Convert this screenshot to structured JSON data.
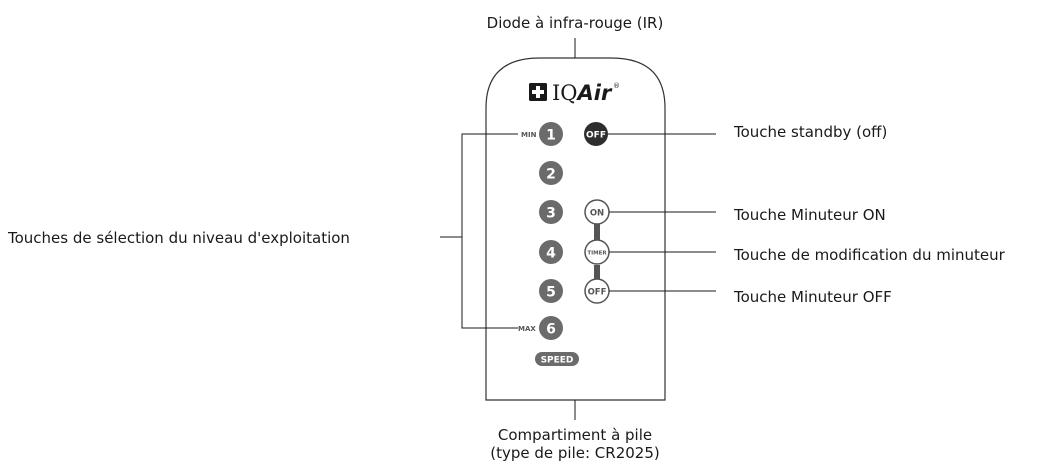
{
  "brand": {
    "name": "IQAir",
    "name_iq": "IQ",
    "name_air": "Air",
    "registered": "®"
  },
  "remote": {
    "min_label": "MIN",
    "max_label": "MAX",
    "speed_label": "SPEED",
    "off_button": "OFF",
    "speed_buttons": [
      "1",
      "2",
      "3",
      "4",
      "5",
      "6"
    ],
    "timer_buttons": [
      "ON",
      "TIMER",
      "OFF"
    ]
  },
  "callouts": {
    "ir_diode": "Diode à infra-rouge (IR)",
    "speed_selection": "Touches de sélection du niveau d'exploitation",
    "standby": "Touche standby (off)",
    "timer_on": "Touche Minuteur ON",
    "timer_modify": "Touche de modification du minuteur",
    "timer_off": "Touche Minuteur OFF",
    "battery_line1": "Compartiment à pile",
    "battery_line2": "(type de pile: CR2025)"
  },
  "colors": {
    "button_fill": "#6b6b6b",
    "off_button_fill": "#2e2e2e",
    "outline": "#333333",
    "line": "#1a1a1a"
  }
}
